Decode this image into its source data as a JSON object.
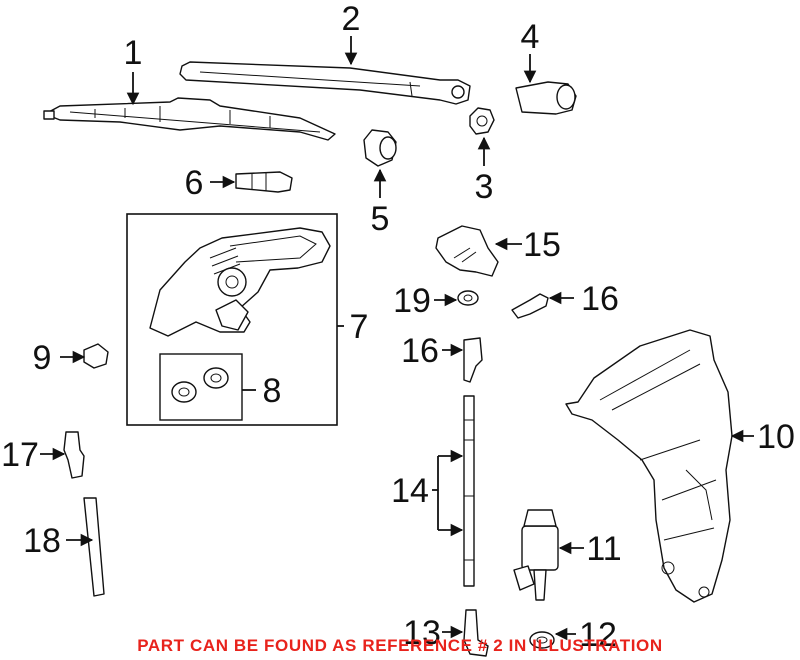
{
  "diagram": {
    "callouts": [
      {
        "id": "1",
        "label": "1"
      },
      {
        "id": "2",
        "label": "2"
      },
      {
        "id": "3",
        "label": "3"
      },
      {
        "id": "4",
        "label": "4"
      },
      {
        "id": "5",
        "label": "5"
      },
      {
        "id": "6",
        "label": "6"
      },
      {
        "id": "7",
        "label": "7"
      },
      {
        "id": "8",
        "label": "8"
      },
      {
        "id": "9",
        "label": "9"
      },
      {
        "id": "10",
        "label": "10"
      },
      {
        "id": "11",
        "label": "11"
      },
      {
        "id": "12",
        "label": "12"
      },
      {
        "id": "13",
        "label": "13"
      },
      {
        "id": "14",
        "label": "14"
      },
      {
        "id": "15",
        "label": "15"
      },
      {
        "id": "16a",
        "label": "16"
      },
      {
        "id": "16b",
        "label": "16"
      },
      {
        "id": "17",
        "label": "17"
      },
      {
        "id": "18",
        "label": "18"
      },
      {
        "id": "19",
        "label": "19"
      }
    ],
    "notice": "PART CAN BE FOUND AS REFERENCE # 2 IN ILLUSTRATION",
    "colors": {
      "ink": "#111111",
      "notice": "#e8231c",
      "background": "#ffffff"
    }
  }
}
